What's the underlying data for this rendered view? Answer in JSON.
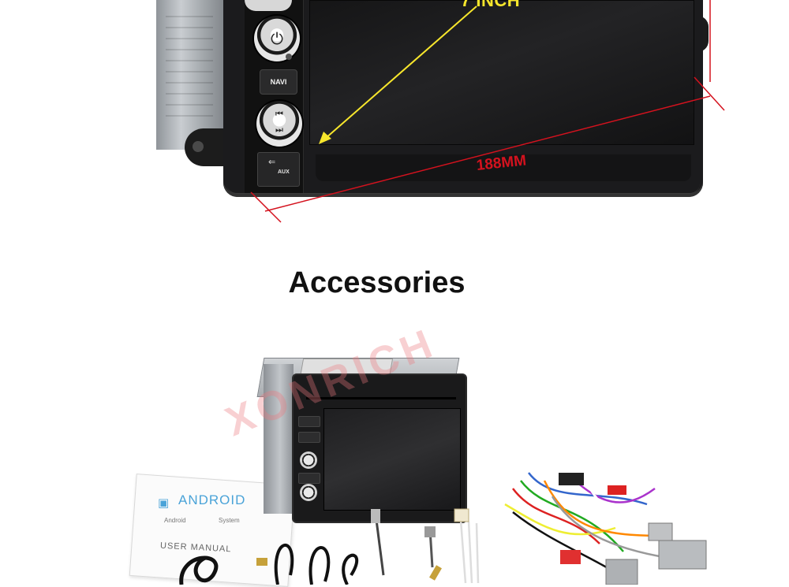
{
  "product": {
    "buttons": {
      "navi_label": "NAVI",
      "aux_label": "AUX"
    },
    "dimensions": {
      "screen_size_label": "7 INCH",
      "width_label": "188MM",
      "arrow_color": "#f7e62c",
      "dimension_line_color": "#d4121e"
    }
  },
  "accessories": {
    "title": "Accessories",
    "watermark": "XONRICH",
    "manual": {
      "logo_text": "ANDROID",
      "subtitle_left": "Android",
      "subtitle_right": "System",
      "title": "USER MANUAL"
    }
  },
  "icons": {
    "power": "power-icon",
    "prev": "previous-track-icon",
    "next": "next-track-icon",
    "aux": "aux-jack-icon",
    "android": "android-robot-icon"
  }
}
